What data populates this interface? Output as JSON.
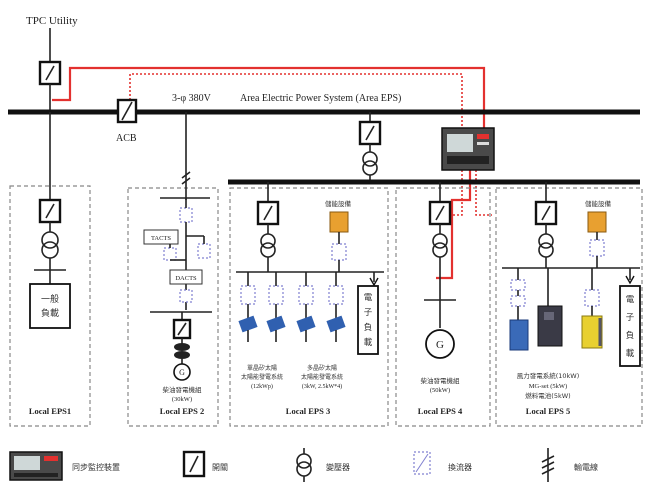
{
  "labels": {
    "tpc": "TPC Utility",
    "acb": "ACB",
    "voltage": "3-φ 380V",
    "area_eps": "Area Electric Power System (Area EPS)",
    "load_left": [
      "一般",
      "負載"
    ],
    "load_eps3": [
      "電",
      "子",
      "負",
      "載"
    ],
    "load_eps5": [
      "電",
      "子",
      "負",
      "載"
    ],
    "tacts": "TACTS",
    "dacts": "DACTS",
    "gen_eps2": [
      "柴油發電機組",
      "(30kW)"
    ],
    "gen_eps4": [
      "柴油發電機組",
      "(50kW)"
    ],
    "pv_a": [
      "單晶矽太陽",
      "太陽能發電系統",
      "(12kWp)"
    ],
    "pv_b": [
      "多晶矽太陽",
      "太陽能發電系統",
      "(3kW, 2.5kW*4)"
    ],
    "eps5_text": [
      "風力發電系統(10kW)",
      "MG-set (5kW)",
      "燃料電池(5kW)"
    ],
    "storage": "儲能設備",
    "eps_labels": [
      "Local EPS1",
      "Local EPS 2",
      "Local EPS 3",
      "Local EPS 4",
      "Local EPS 5"
    ],
    "gen_symbol": "G"
  },
  "legend": {
    "controller": "同步監控裝置",
    "switch": "開關",
    "transformer": "變壓器",
    "inverter": "換流器",
    "cable": "輸電線"
  },
  "colors": {
    "signal_line": "#e3312f",
    "bus": "#111111",
    "inverter": "#8080d0",
    "storage": "#e8a030",
    "pv_panel": "#3060b0"
  }
}
